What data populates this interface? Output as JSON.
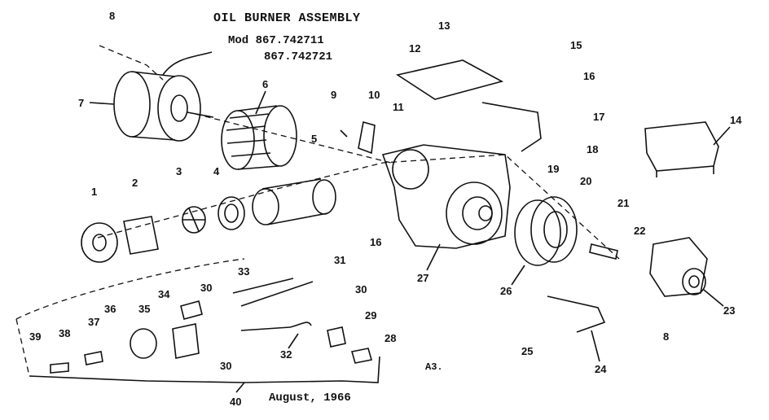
{
  "header": {
    "title": "OIL BURNER ASSEMBLY",
    "model_line1": "Mod 867.742711",
    "model_line2": "867.742721"
  },
  "footer": {
    "page_code": "A3.",
    "date": "August, 1966"
  },
  "callouts": {
    "c1": "1",
    "c2": "2",
    "c3": "3",
    "c4": "4",
    "c5": "5",
    "c6": "6",
    "c7": "7",
    "c8a": "8",
    "c8b": "8",
    "c9": "9",
    "c10": "10",
    "c11": "11",
    "c12": "12",
    "c13": "13",
    "c14": "14",
    "c15": "15",
    "c16a": "16",
    "c16b": "16",
    "c17": "17",
    "c18": "18",
    "c19": "19",
    "c20": "20",
    "c21": "21",
    "c22": "22",
    "c23": "23",
    "c24": "24",
    "c25": "25",
    "c26": "26",
    "c27": "27",
    "c28": "28",
    "c29": "29",
    "c30a": "30",
    "c30b": "30",
    "c30c": "30",
    "c31": "31",
    "c32": "32",
    "c33": "33",
    "c34": "34",
    "c35": "35",
    "c36": "36",
    "c37": "37",
    "c38": "38",
    "c39": "39",
    "c40": "40"
  }
}
